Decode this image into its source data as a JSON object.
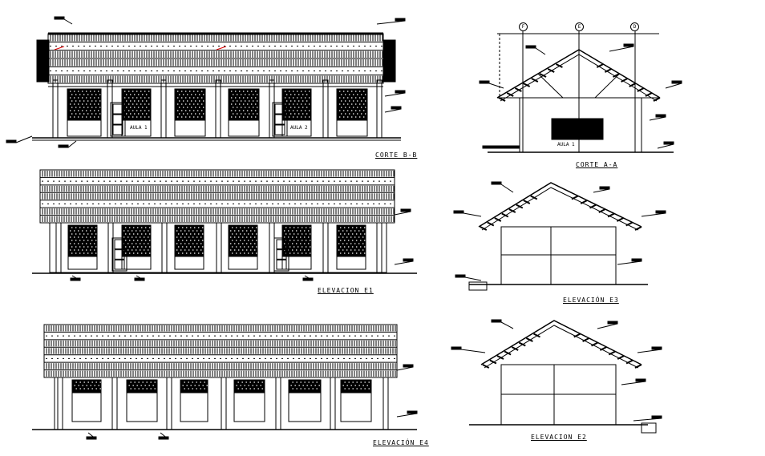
{
  "drawings": {
    "corte_bb": {
      "title": "CORTE B-B",
      "rooms": [
        "AULA 1",
        "AULA 2"
      ]
    },
    "corte_aa": {
      "title": "CORTE A-A",
      "room": "AULA 1",
      "grid_axes": [
        "F",
        "E",
        "D"
      ]
    },
    "elev_e1": {
      "title": "ELEVACION E1"
    },
    "elev_e3": {
      "title": "ELEVACIÓN E3"
    },
    "elev_e4": {
      "title": "ELEVACIÓN E4"
    },
    "elev_e2": {
      "title": "ELEVACION E2"
    }
  },
  "colors": {
    "line": "#000000",
    "background": "#ffffff",
    "accent": "#e00000"
  }
}
